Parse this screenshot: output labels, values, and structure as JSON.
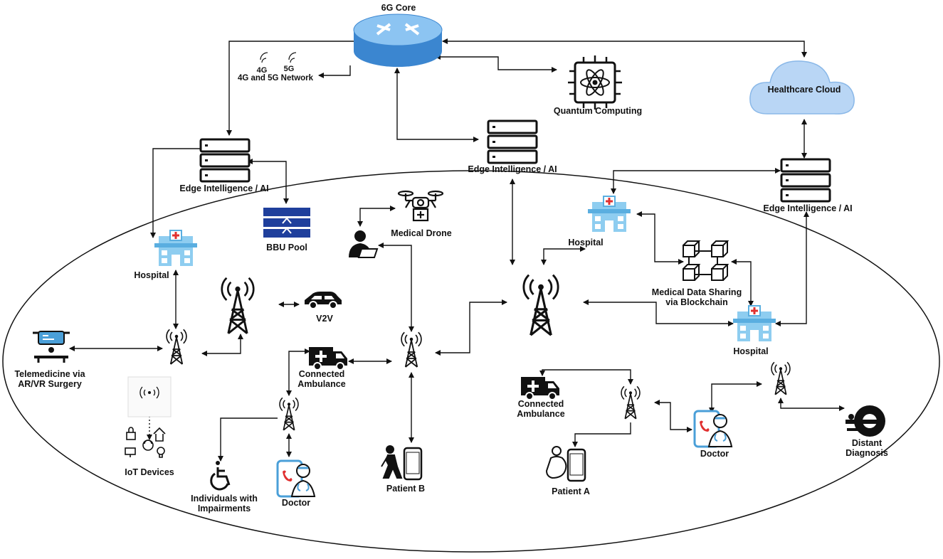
{
  "labels": {
    "core": "6G Core",
    "net_4g": "4G",
    "net_5g": "5G",
    "network": "4G and 5G Network",
    "quantum": "Quantum Computing",
    "cloud": "Healthcare Cloud",
    "edge_left": "Edge Intelligence / AI",
    "edge_center": "Edge Intelligence / AI",
    "edge_right": "Edge Intelligence / AI",
    "bbu": "BBU Pool",
    "drone": "Medical Drone",
    "hospital_left": "Hospital",
    "hospital_center": "Hospital",
    "hospital_right": "Hospital",
    "blockchain": "Medical Data Sharing via Blockchain",
    "v2v": "V2V",
    "telemedicine": "Telemedicine via AR/VR Surgery",
    "iot": "IoT Devices",
    "ambulance_left": "Connected Ambulance",
    "ambulance_right": "Connected Ambulance",
    "impairments": "Individuals with Impairments",
    "doctor_left": "Doctor",
    "doctor_right": "Doctor",
    "patient_b": "Patient B",
    "patient_a": "Patient A",
    "diagnosis": "Distant Diagnosis"
  },
  "colors": {
    "router": "#5aa7e8",
    "cloud": "#b9d6f5",
    "hospital": "#6fb8e8",
    "phone": "#4a9fd8",
    "line": "#111111"
  }
}
